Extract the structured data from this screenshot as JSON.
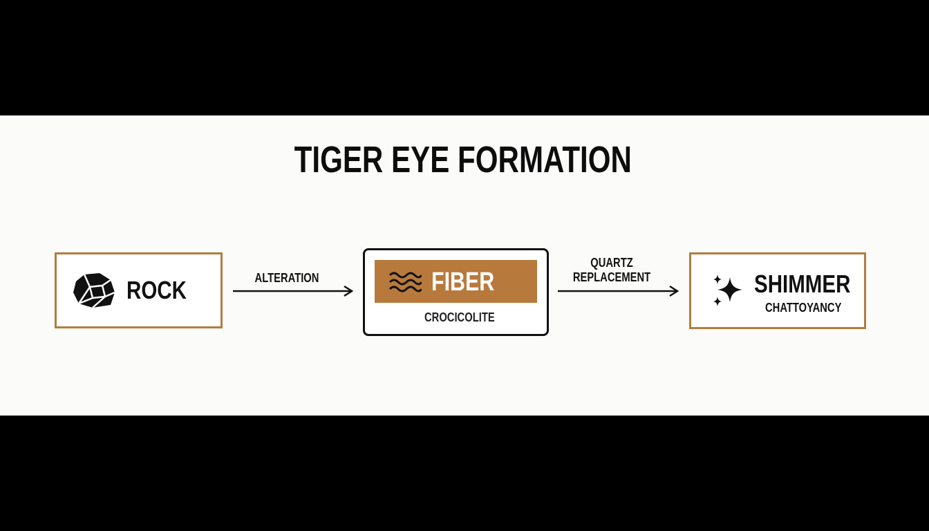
{
  "title": "TIGER EYE FORMATION",
  "nodes": {
    "rock": {
      "label": "ROCK",
      "icon": "rock-icon"
    },
    "fiber": {
      "label": "FIBER",
      "sublabel": "CROCICOLITE",
      "icon": "wave-icon"
    },
    "shimmer": {
      "label": "SHIMMER",
      "sublabel": "CHATTOYANCY",
      "icon": "sparkle-icon"
    }
  },
  "edges": {
    "alteration": {
      "label": "ALTERATION",
      "from": "ROCK",
      "to": "FIBER"
    },
    "quartz": {
      "label_line1": "QUARTZ",
      "label_line2": "REPLACEMENT",
      "from": "FIBER",
      "to": "SHIMMER"
    }
  },
  "colors": {
    "accent": "#b87a3c",
    "border_accent": "#b27d3d",
    "ink": "#111111",
    "background": "#fbfbfa",
    "letterbox": "#000000"
  }
}
